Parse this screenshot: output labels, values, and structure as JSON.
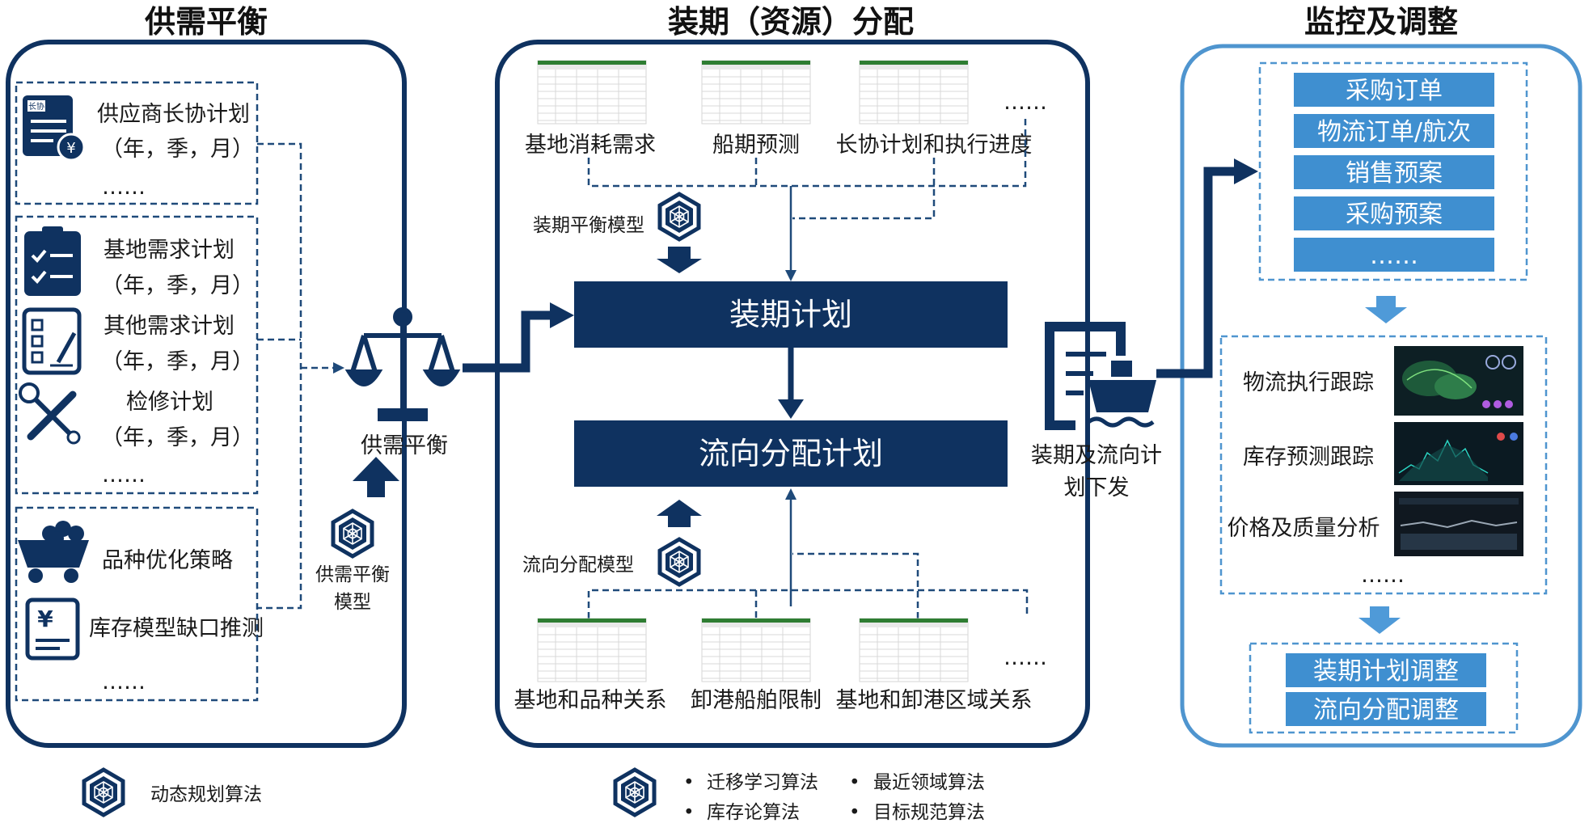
{
  "colors": {
    "navy": "#0f3260",
    "light_blue_border": "#4f95cf",
    "item_blue": "#3f8fd0",
    "arrow_light": "#4f9ad8",
    "dash": "#1f4a7a"
  },
  "sections": {
    "left_title": "供需平衡",
    "center_title": "装期（资源）分配",
    "right_title": "监控及调整"
  },
  "left": {
    "group1": {
      "line1": "供应商长协计划",
      "line2": "（年，季，月）",
      "more": "……"
    },
    "group2": {
      "item1_line1": "基地需求计划",
      "item1_line2": "（年，季，月）",
      "item2_line1": "其他需求计划",
      "item2_line2": "（年，季，月）",
      "item3_line1": "检修计划",
      "item3_line2": "（年，季，月）",
      "more": "……"
    },
    "group3": {
      "item1": "品种优化策略",
      "item2": "库存模型缺口推测",
      "more": "……"
    },
    "badge_text": "长协",
    "balance_label": "供需平衡",
    "model_label_1": "供需平衡",
    "model_label_2": "模型",
    "legend_label": "动态规划算法"
  },
  "center": {
    "top_inputs": [
      "基地消耗需求",
      "船期预测",
      "长协计划和执行进度"
    ],
    "top_more": "……",
    "top_model_label": "装期平衡模型",
    "plan_box": "装期计划",
    "flow_box": "流向分配计划",
    "bottom_model_label": "流向分配模型",
    "bottom_inputs": [
      "基地和品种关系",
      "卸港船舶限制",
      "基地和卸港区域关系"
    ],
    "bottom_more": "……",
    "legend_items": [
      "迁移学习算法",
      "最近领域算法",
      "库存论算法",
      "目标规范算法"
    ],
    "bullet": "•"
  },
  "dispatch": {
    "line1": "装期及流向计",
    "line2": "划下发"
  },
  "right": {
    "orders": [
      "采购订单",
      "物流订单/航次",
      "销售预案",
      "采购预案",
      "……"
    ],
    "tracking": [
      "物流执行跟踪",
      "库存预测跟踪",
      "价格及质量分析"
    ],
    "tracking_more": "……",
    "adjust": [
      "装期计划调整",
      "流向分配调整"
    ]
  }
}
